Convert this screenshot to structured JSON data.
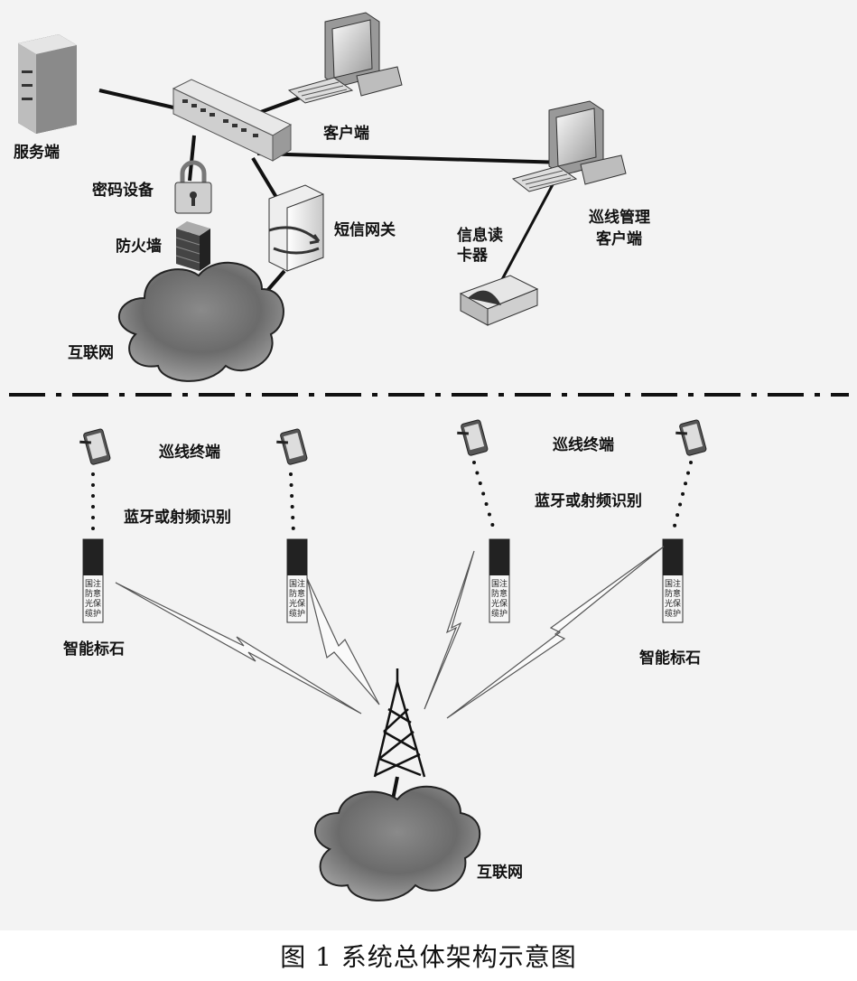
{
  "diagram": {
    "caption": "图 1 系统总体架构示意图",
    "top_section": {
      "server_label": "服务端",
      "client_label": "客户端",
      "crypto_device_label": "密码设备",
      "firewall_label": "防火墙",
      "sms_gateway_label": "短信网关",
      "internet_label": "互联网",
      "card_reader_label_line1": "信息读",
      "card_reader_label_line2": "卡器",
      "patrol_client_label_line1": "巡线管理",
      "patrol_client_label_line2": "客户端"
    },
    "bottom_section": {
      "terminal_label_left": "巡线终端",
      "terminal_label_right": "巡线终端",
      "link_label_left": "蓝牙或射频识别",
      "link_label_right": "蓝牙或射频识别",
      "smart_stone_label_left": "智能标石",
      "smart_stone_label_right": "智能标石",
      "stone_text": [
        "国注",
        "防意",
        "光保",
        "缆护"
      ],
      "internet_label": "互联网"
    }
  }
}
